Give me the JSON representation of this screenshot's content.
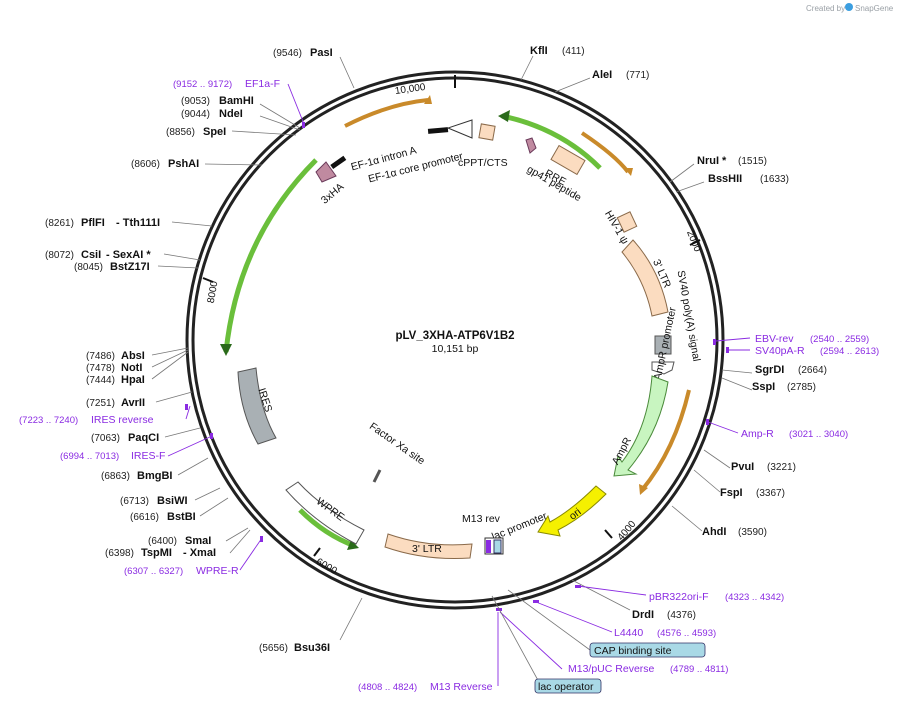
{
  "watermark": {
    "created_by": "Created by",
    "brand": "SnapGene"
  },
  "plasmid": {
    "name": "pLV_3XHA-ATP6V1B2",
    "length_label": "10,151 bp"
  },
  "tick_labels": [
    "10,000",
    "2000",
    "4000",
    "6000",
    "8000"
  ],
  "restriction_sites": [
    {
      "name": "PasI",
      "pos": "(9546)"
    },
    {
      "name": "KflI",
      "pos": "(411)"
    },
    {
      "name": "AleI",
      "pos": "(771)"
    },
    {
      "name": "NruI *",
      "pos": "(1515)"
    },
    {
      "name": "BssHII",
      "pos": "(1633)"
    },
    {
      "name": "SgrDI",
      "pos": "(2664)"
    },
    {
      "name": "SspI",
      "pos": "(2785)"
    },
    {
      "name": "PvuI",
      "pos": "(3221)"
    },
    {
      "name": "FspI",
      "pos": "(3367)"
    },
    {
      "name": "AhdI",
      "pos": "(3590)"
    },
    {
      "name": "DrdI",
      "pos": "(4376)"
    },
    {
      "name": "Bsu36I",
      "pos": "(5656)"
    },
    {
      "name": "BamHI",
      "pos": "(9053)"
    },
    {
      "name": "NdeI",
      "pos": "(9044)"
    },
    {
      "name": "SpeI",
      "pos": "(8856)"
    },
    {
      "name": "PshAI",
      "pos": "(8606)"
    },
    {
      "name": "PflFI",
      "name2": "- Tth111I",
      "pos": "(8261)"
    },
    {
      "name": "CsiI",
      "name2": "- SexAI *",
      "pos": "(8072)"
    },
    {
      "name": "BstZ17I",
      "pos": "(8045)"
    },
    {
      "name": "AbsI",
      "pos": "(7486)"
    },
    {
      "name": "NotI",
      "pos": "(7478)"
    },
    {
      "name": "HpaI",
      "pos": "(7444)"
    },
    {
      "name": "AvrII",
      "pos": "(7251)"
    },
    {
      "name": "PaqCI",
      "pos": "(7063)"
    },
    {
      "name": "BmgBI",
      "pos": "(6863)"
    },
    {
      "name": "BsiWI",
      "pos": "(6713)"
    },
    {
      "name": "BstBI",
      "pos": "(6616)"
    },
    {
      "name": "SmaI",
      "pos": "(6400)"
    },
    {
      "name": "TspMI",
      "name2": "- XmaI",
      "pos": "(6398)"
    }
  ],
  "primers": [
    {
      "name": "EF1a-F",
      "pos": "(9152 .. 9172)"
    },
    {
      "name": "EBV-rev",
      "pos": "(2540 .. 2559)"
    },
    {
      "name": "SV40pA-R",
      "pos": "(2594 .. 2613)"
    },
    {
      "name": "Amp-R",
      "pos": "(3021 .. 3040)"
    },
    {
      "name": "pBR322ori-F",
      "pos": "(4323 .. 4342)"
    },
    {
      "name": "L4440",
      "pos": "(4576 .. 4593)"
    },
    {
      "name": "M13/pUC Reverse",
      "pos": "(4789 .. 4811)"
    },
    {
      "name": "M13 Reverse",
      "pos": "(4808 .. 4824)"
    },
    {
      "name": "IRES reverse",
      "pos": "(7223 .. 7240)"
    },
    {
      "name": "IRES-F",
      "pos": "(6994 .. 7013)"
    },
    {
      "name": "WPRE-R",
      "pos": "(6307 .. 6327)"
    }
  ],
  "boxed_features": [
    "CAP binding site",
    "lac operator"
  ],
  "features": [
    "EF-1α intron A",
    "EF-1α core promoter",
    "cPPT/CTS",
    "RRE",
    "gp41 peptide",
    "HIV-1 ψ",
    "3' LTR",
    "SV40 poly(A) signal",
    "AmpR promoter",
    "AmpR",
    "ori",
    "lac promoter",
    "M13 rev",
    "3' LTR",
    "WPRE",
    "Factor Xa site",
    "IRES",
    "3xHA"
  ],
  "colors": {
    "backbone": "#222222",
    "primer": "#8a2be2",
    "orange_arrow": "#c98a2a",
    "green_arrow": "#6abf3b",
    "ltr_fill": "#fbdcc0",
    "ampr_fill": "#c8f5c0",
    "ori_fill": "#f5f000",
    "ires_fill": "#a9b0b4",
    "box_fill": "#a9d9e6"
  }
}
